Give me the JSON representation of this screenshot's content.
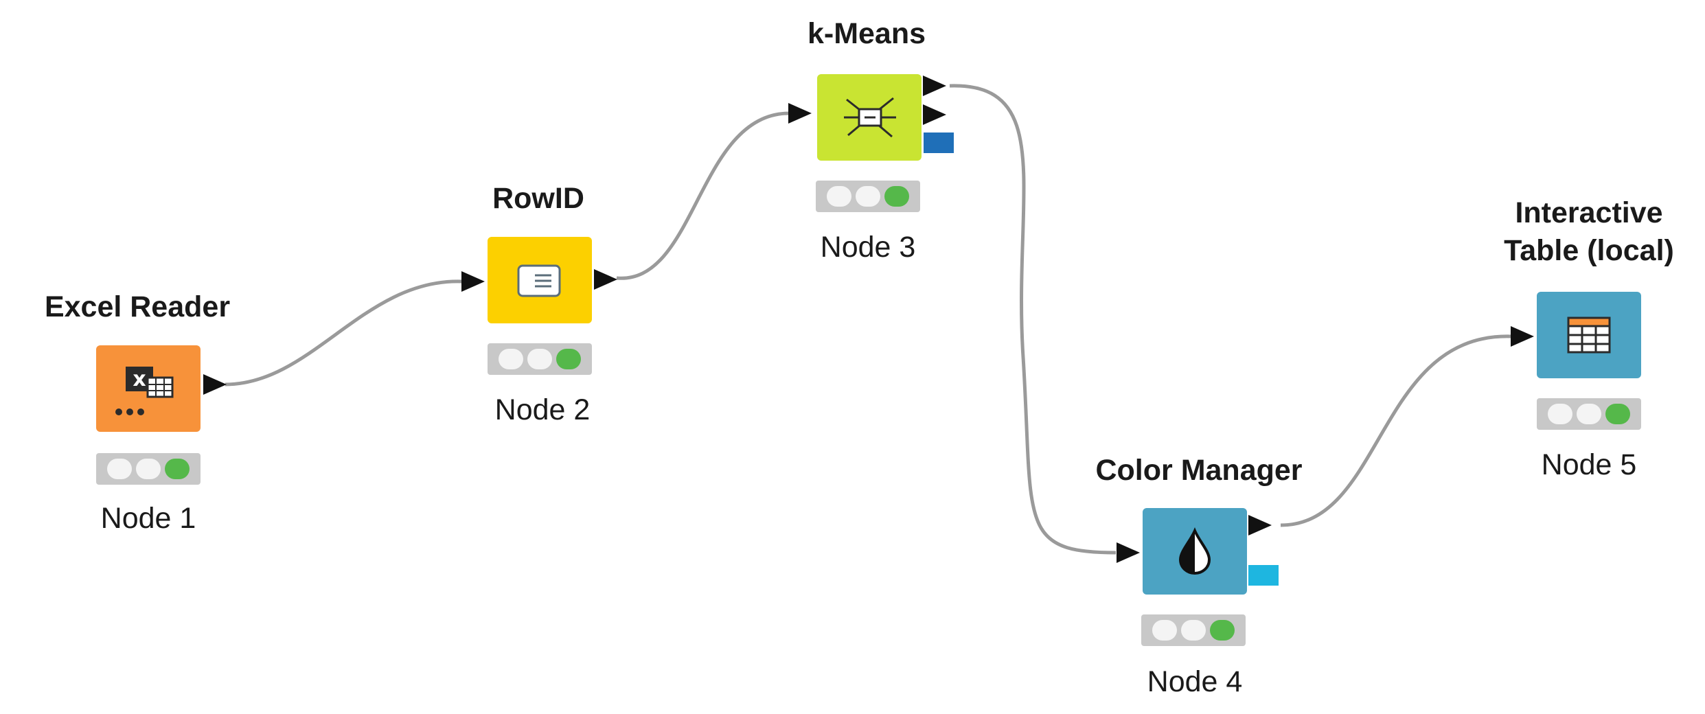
{
  "colors": {
    "excel_reader": "#f7923a",
    "rowid": "#fcd000",
    "kmeans": "#c9e432",
    "color_manager": "#4ca3c3",
    "interactive_table": "#4ca3c3",
    "kmeans_model_port": "#1f6fb8",
    "color_model_port": "#1eb6e0",
    "status_executed": "#55b84a"
  },
  "nodes": [
    {
      "id": "excel-reader",
      "title_lines": [
        "Excel Reader"
      ],
      "label": "Node 1",
      "icon": "excel-icon",
      "status": "executed"
    },
    {
      "id": "rowid",
      "title_lines": [
        "RowID"
      ],
      "label": "Node 2",
      "icon": "rowid-icon",
      "status": "executed"
    },
    {
      "id": "k-means",
      "title_lines": [
        "k-Means"
      ],
      "label": "Node 3",
      "icon": "kmeans-icon",
      "status": "executed"
    },
    {
      "id": "color-manager",
      "title_lines": [
        "Color Manager"
      ],
      "label": "Node 4",
      "icon": "color-drop-icon",
      "status": "executed"
    },
    {
      "id": "interactive-table",
      "title_lines": [
        "Interactive",
        "Table (local)"
      ],
      "label": "Node 5",
      "icon": "table-icon",
      "status": "executed"
    }
  ],
  "connections": [
    {
      "from": "Node 1",
      "to": "Node 2"
    },
    {
      "from": "Node 2",
      "to": "Node 3"
    },
    {
      "from": "Node 3",
      "to": "Node 4"
    },
    {
      "from": "Node 4",
      "to": "Node 5"
    }
  ]
}
